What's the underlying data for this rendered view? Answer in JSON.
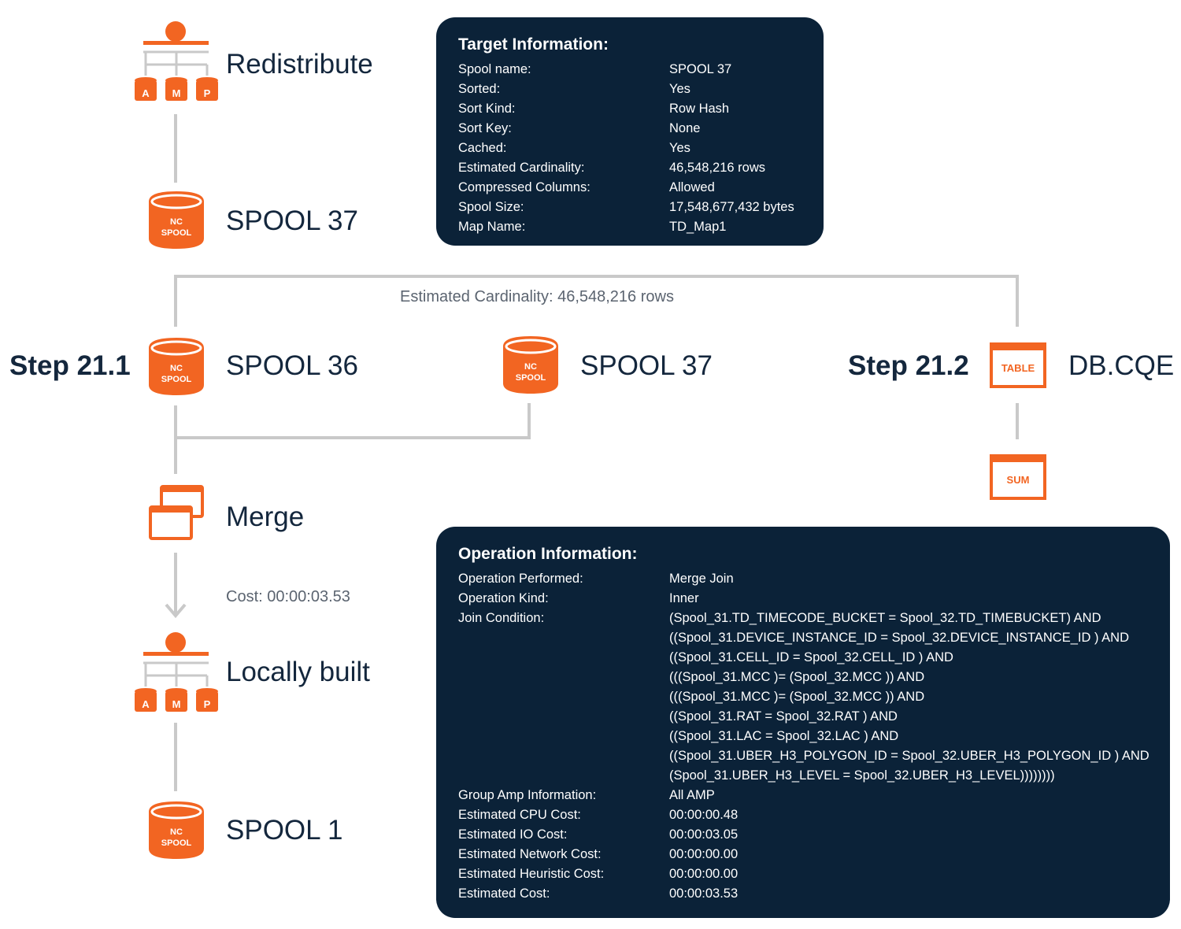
{
  "colors": {
    "accent": "#f26522",
    "connector": "#c9c9c9",
    "panel_bg": "#0b2238",
    "text_dark": "#14273d",
    "note_text": "#5b6470"
  },
  "nodes": {
    "redistribute": {
      "label": "Redistribute",
      "icon": "amp-redistribute-icon",
      "icon_letters": [
        "A",
        "M",
        "P"
      ]
    },
    "spool37_top": {
      "label": "SPOOL 37",
      "icon": "nc-spool-icon",
      "icon_text": [
        "NC",
        "SPOOL"
      ]
    },
    "spool36": {
      "label": "SPOOL 36",
      "icon": "nc-spool-icon",
      "icon_text": [
        "NC",
        "SPOOL"
      ]
    },
    "spool37_mid": {
      "label": "SPOOL 37",
      "icon": "nc-spool-icon",
      "icon_text": [
        "NC",
        "SPOOL"
      ]
    },
    "db_cqe": {
      "label": "DB.CQE",
      "icon": "table-icon",
      "icon_text": "TABLE"
    },
    "sum": {
      "icon": "sum-icon",
      "icon_text": "SUM"
    },
    "merge": {
      "label": "Merge",
      "icon": "merge-windows-icon"
    },
    "locally_built": {
      "label": "Locally built",
      "icon": "amp-local-icon",
      "icon_letters": [
        "A",
        "M",
        "P"
      ]
    },
    "spool1": {
      "label": "SPOOL 1",
      "icon": "nc-spool-icon",
      "icon_text": [
        "NC",
        "SPOOL"
      ]
    }
  },
  "steps": {
    "step_21_1": "Step 21.1",
    "step_21_2": "Step 21.2"
  },
  "annotations": {
    "estimated_cardinality": "Estimated Cardinality: 46,548,216 rows",
    "cost": "Cost: 00:00:03.53"
  },
  "target_info": {
    "title": "Target Information:",
    "rows": [
      {
        "key": "Spool name:",
        "value": "SPOOL 37"
      },
      {
        "key": "Sorted:",
        "value": "Yes"
      },
      {
        "key": "Sort Kind:",
        "value": "Row Hash"
      },
      {
        "key": "Sort Key:",
        "value": "None"
      },
      {
        "key": "Cached:",
        "value": "Yes"
      },
      {
        "key": "Estimated Cardinality:",
        "value": "46,548,216 rows"
      },
      {
        "key": "Compressed Columns:",
        "value": "Allowed"
      },
      {
        "key": "Spool Size:",
        "value": "17,548,677,432 bytes"
      },
      {
        "key": "Map Name:",
        "value": "TD_Map1"
      }
    ]
  },
  "operation_info": {
    "title": "Operation Information:",
    "rows_top": [
      {
        "key": "Operation Performed:",
        "value": "Merge Join"
      },
      {
        "key": "Operation Kind:",
        "value": "Inner"
      }
    ],
    "join_condition_key": "Join Condition:",
    "join_condition_lines": [
      "(Spool_31.TD_TIMECODE_BUCKET = Spool_32.TD_TIMEBUCKET) AND",
      "((Spool_31.DEVICE_INSTANCE_ID = Spool_32.DEVICE_INSTANCE_ID ) AND",
      "((Spool_31.CELL_ID = Spool_32.CELL_ID ) AND",
      "(((Spool_31.MCC )= (Spool_32.MCC )) AND",
      "(((Spool_31.MCC )= (Spool_32.MCC )) AND",
      "((Spool_31.RAT = Spool_32.RAT ) AND",
      "((Spool_31.LAC = Spool_32.LAC ) AND",
      "((Spool_31.UBER_H3_POLYGON_ID = Spool_32.UBER_H3_POLYGON_ID ) AND",
      "(Spool_31.UBER_H3_LEVEL = Spool_32.UBER_H3_LEVEL))))))))"
    ],
    "rows_bottom": [
      {
        "key": "Group Amp Information:",
        "value": "All AMP"
      },
      {
        "key": "Estimated CPU Cost:",
        "value": "00:00:00.48"
      },
      {
        "key": "Estimated IO Cost:",
        "value": "00:00:03.05"
      },
      {
        "key": "Estimated Network Cost:",
        "value": "00:00:00.00"
      },
      {
        "key": "Estimated Heuristic Cost:",
        "value": "00:00:00.00"
      },
      {
        "key": "Estimated Cost:",
        "value": "00:00:03.53"
      }
    ]
  }
}
